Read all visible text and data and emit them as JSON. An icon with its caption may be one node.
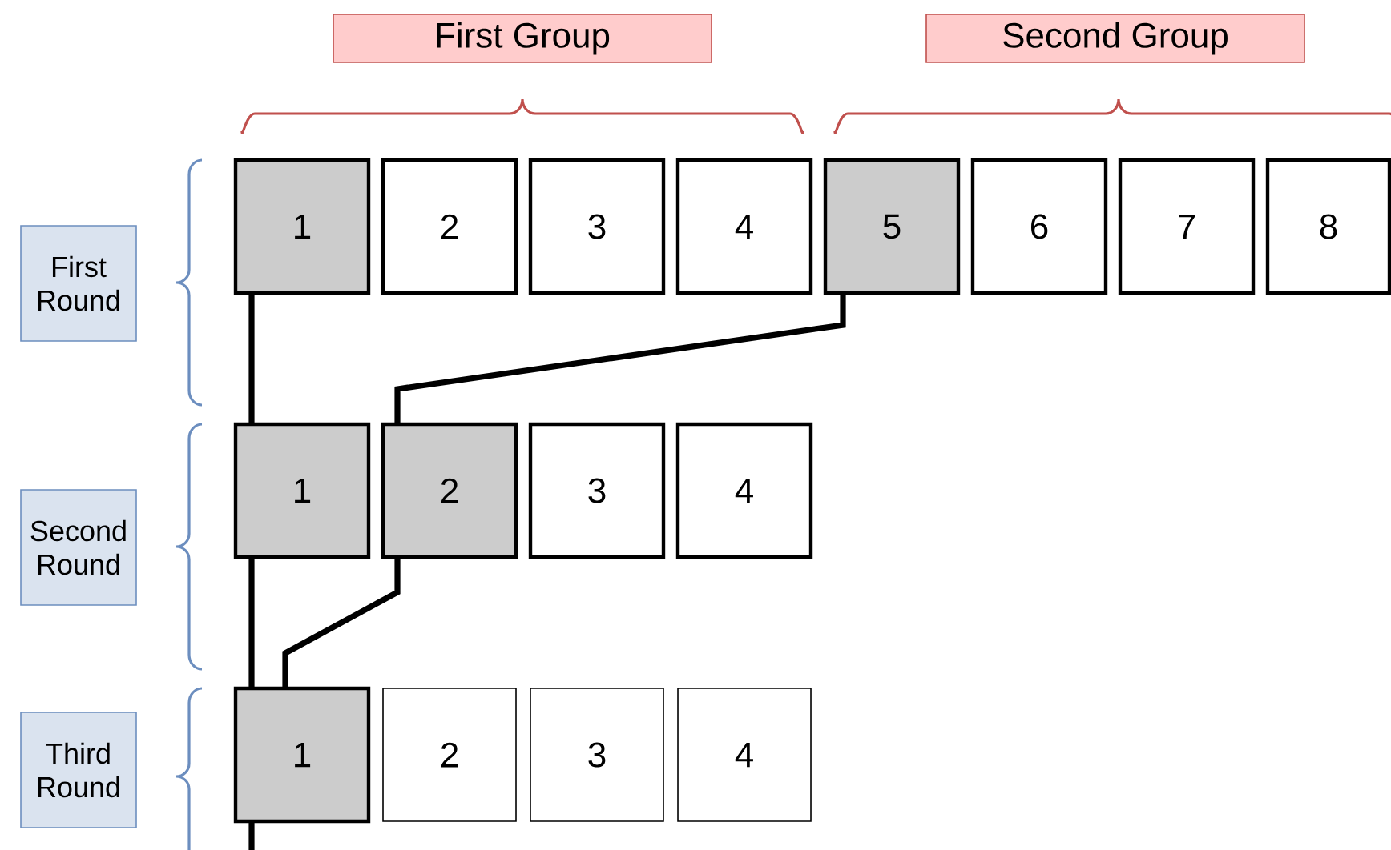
{
  "diagram": {
    "nodes": [
      {
        "text": [
          "First Group"
        ]
      },
      {
        "text": [
          "Second Group"
        ]
      },
      {
        "text": [
          "First Round"
        ]
      },
      {
        "text": [
          "1"
        ]
      },
      {
        "text": [
          "2"
        ]
      },
      {
        "text": [
          "3"
        ]
      },
      {
        "text": [
          "4"
        ]
      },
      {
        "text": [
          "5"
        ]
      },
      {
        "text": [
          "6"
        ]
      },
      {
        "text": [
          "7"
        ]
      },
      {
        "text": [
          "8"
        ]
      },
      {
        "text": [
          "Second Round"
        ]
      },
      {
        "text": [
          "1"
        ]
      },
      {
        "text": [
          "2"
        ]
      },
      {
        "text": [
          "3"
        ]
      },
      {
        "text": [
          "4"
        ]
      },
      {
        "text": [
          "Third Round"
        ]
      },
      {
        "text": [
          "1"
        ]
      },
      {
        "text": [
          "2"
        ]
      },
      {
        "text": [
          "3"
        ]
      },
      {
        "text": [
          "4"
        ]
      }
    ],
    "edges": [
      {
        "from": 3,
        "to": 12,
        "arrow": "none"
      },
      {
        "from": 7,
        "to": 13,
        "arrow": "none"
      },
      {
        "from": 12,
        "to": 17,
        "arrow": "none"
      },
      {
        "from": 13,
        "to": 17,
        "arrow": "none"
      },
      {
        "from": 17,
        "to": null,
        "arrow": "none"
      }
    ]
  }
}
